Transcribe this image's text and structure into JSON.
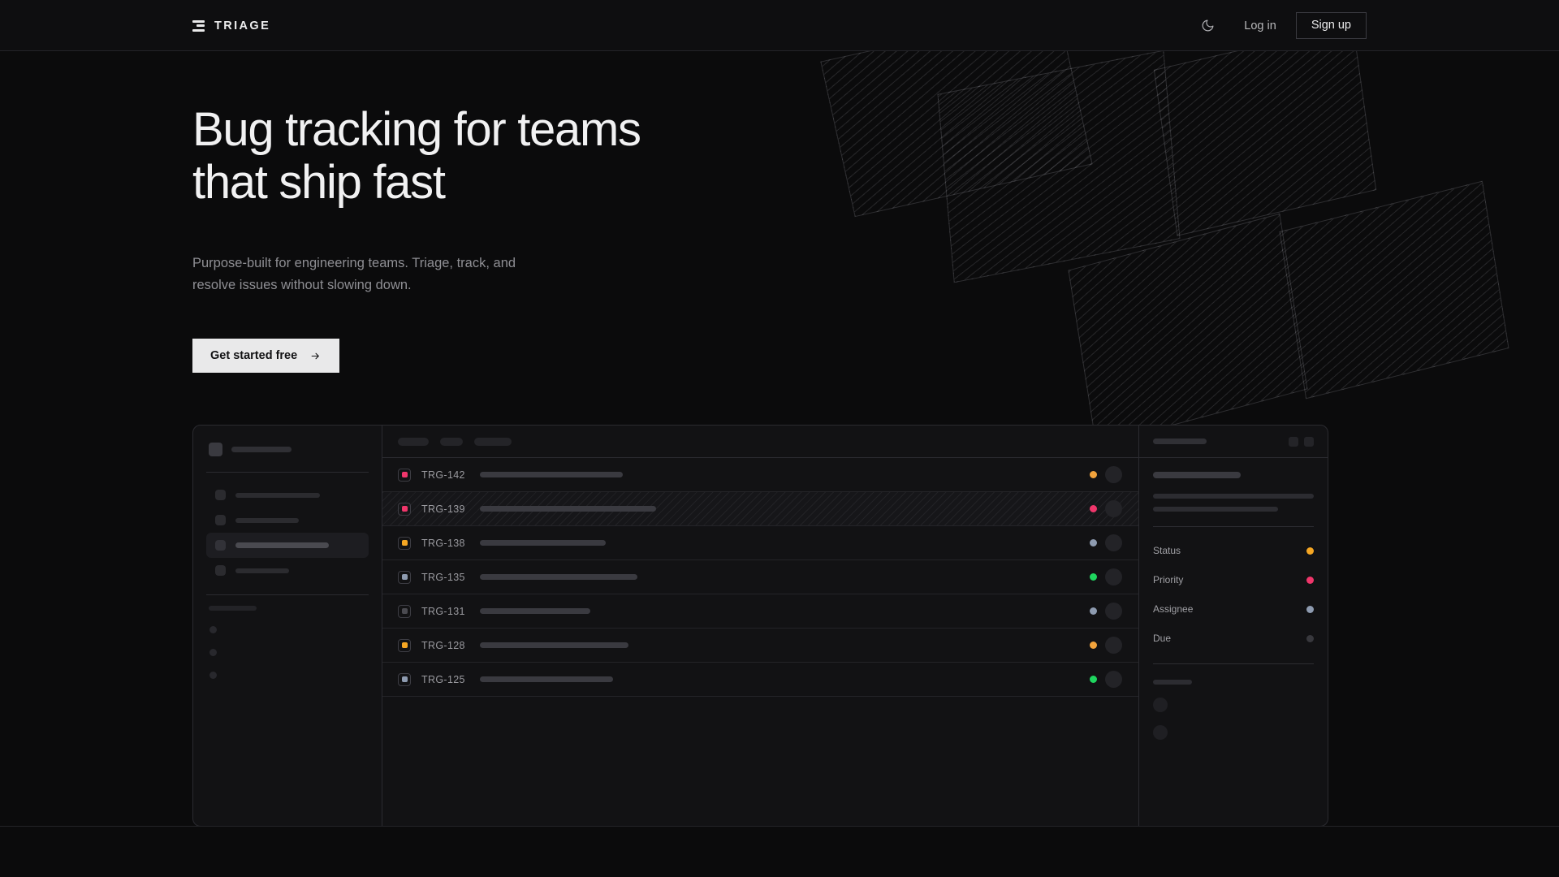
{
  "header": {
    "brand_name": "TRIAGE",
    "brand_icon": "stacked-bars-logo-icon",
    "theme_toggle_icon": "moon-icon",
    "login_label": "Log in",
    "signup_label": "Sign up"
  },
  "hero": {
    "title": "Bug tracking for teams\nthat ship fast",
    "subtitle": "Purpose-built for engineering teams. Triage, track, and\nresolve issues without slowing down.",
    "cta_label": "Get started free",
    "cta_icon": "arrow-right-icon"
  },
  "mockup": {
    "sidebar": {
      "nav_items": [
        {
          "width": 104,
          "active": false
        },
        {
          "width": 78,
          "active": false
        },
        {
          "width": 115,
          "active": true
        },
        {
          "width": 66,
          "active": false
        }
      ],
      "mini_items": 3
    },
    "toolbar": {
      "pills": [
        38,
        28,
        46
      ]
    },
    "rows": [
      {
        "id": "TRG-142",
        "chip": "#f0366b",
        "bar": 176,
        "status": "#f2a33c",
        "highlight": false
      },
      {
        "id": "TRG-139",
        "chip": "#f0366b",
        "bar": 217,
        "status": "#f0366b",
        "highlight": true
      },
      {
        "id": "TRG-138",
        "chip": "#f5a623",
        "bar": 155,
        "status": "#8e9bb0",
        "highlight": false
      },
      {
        "id": "TRG-135",
        "chip": "#8e9bb0",
        "bar": 194,
        "status": "#1fd65f",
        "highlight": false
      },
      {
        "id": "TRG-131",
        "chip": "#4a4a50",
        "bar": 136,
        "status": "#8e9bb0",
        "highlight": false
      },
      {
        "id": "TRG-128",
        "chip": "#f5a623",
        "bar": 183,
        "status": "#f2a33c",
        "highlight": false
      },
      {
        "id": "TRG-125",
        "chip": "#8e9bb0",
        "bar": 164,
        "status": "#1fd65f",
        "highlight": false
      }
    ],
    "detail": {
      "meta": [
        {
          "label": "Status",
          "color": "#f5a623"
        },
        {
          "label": "Priority",
          "color": "#f0366b"
        },
        {
          "label": "Assignee",
          "color": "#8e9bb0"
        },
        {
          "label": "Due",
          "color": "#38383d"
        }
      ]
    }
  },
  "theme": {
    "page_background": "#0b0b0c",
    "header_background": "#0e0e10",
    "panel_background": "#121214",
    "border": "#2b2b30",
    "text_primary": "#f1f1f2",
    "text_muted": "#8e8e93",
    "accent_button": "#e9e9ea"
  }
}
